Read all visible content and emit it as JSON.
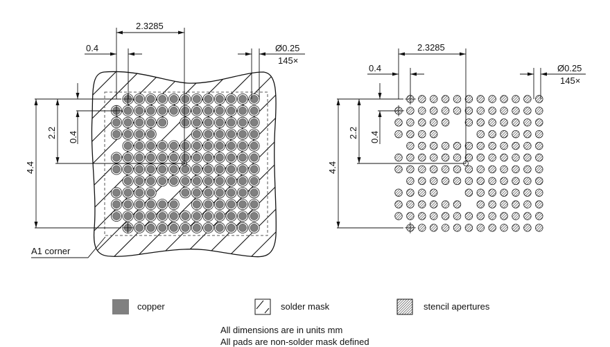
{
  "grid": {
    "count_label": "145×",
    "rows": [
      "0111111111111",
      "1111111111111",
      "1111101111111",
      "1111000111111",
      "0111111111111",
      "1111111111111",
      "1111111111111",
      "0111111111111",
      "1111001111111",
      "1111110111111",
      "1111111111111",
      "0111111111111"
    ]
  },
  "dimensions": {
    "center_offset_x": "2.3285",
    "pitch_x": "0.4",
    "pad_diameter": "Ø0.25",
    "pad_count": "145×",
    "height": "4.4",
    "center_offset_y": "2.2",
    "pitch_y": "0.4"
  },
  "labels": {
    "a1_corner": "A1 corner"
  },
  "legend": [
    {
      "label": "copper",
      "color": "#808080"
    },
    {
      "label": "solder mask"
    },
    {
      "label": "stencil apertures"
    }
  ],
  "notes": [
    "All dimensions are in units mm",
    "All pads are non-solder mask defined"
  ]
}
